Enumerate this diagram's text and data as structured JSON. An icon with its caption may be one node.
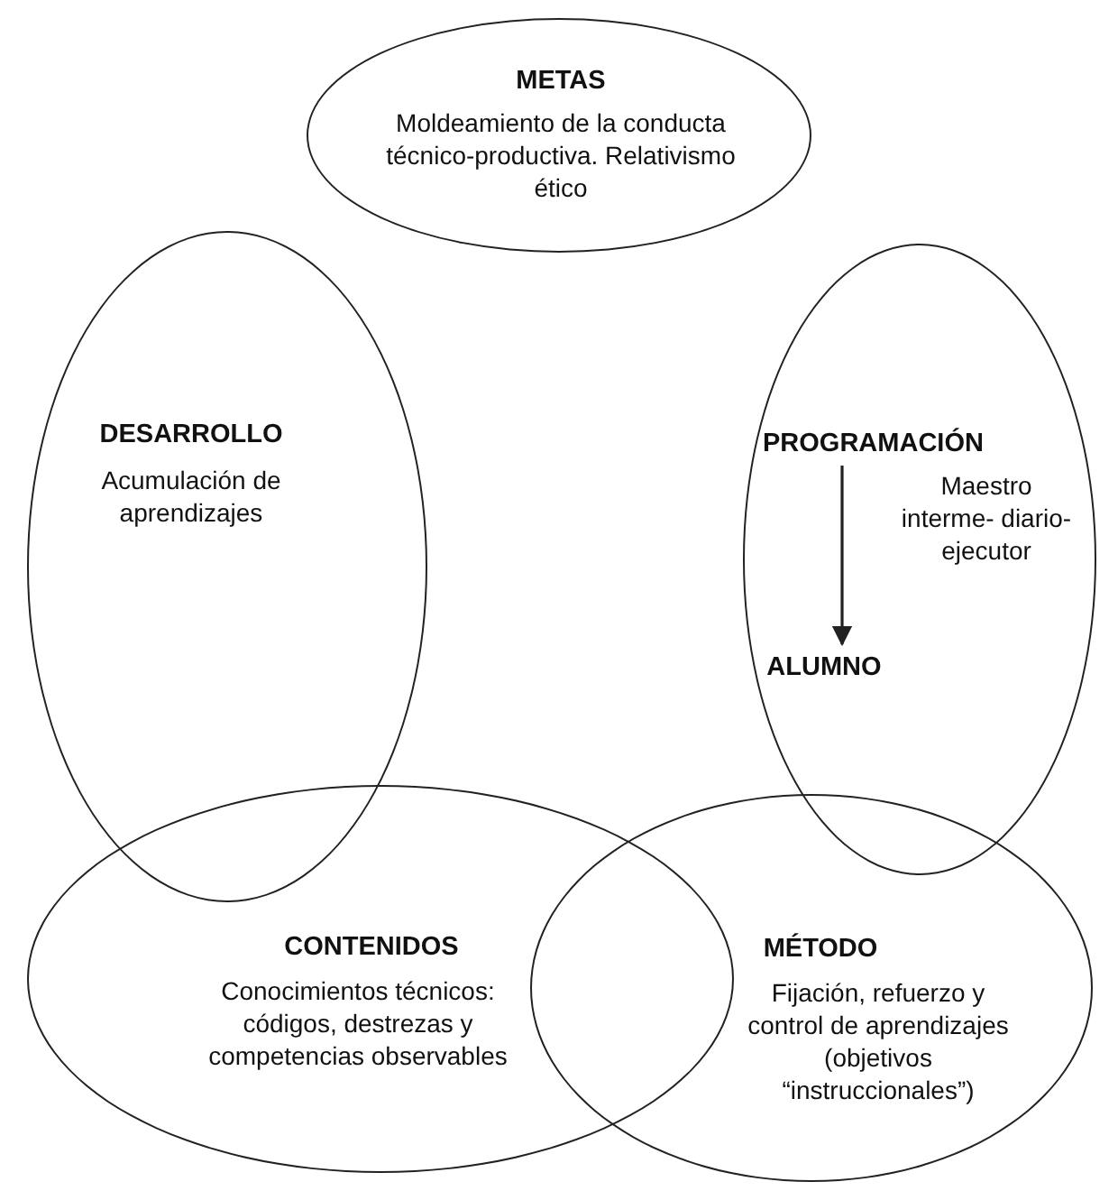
{
  "diagram": {
    "nodes": [
      {
        "text": [
          "METAS",
          "Moldeamiento de la conducta técnico-productiva. Relativismo ético"
        ]
      },
      {
        "text": [
          "DESARROLLO",
          "Acumulación de aprendizajes"
        ]
      },
      {
        "text": [
          "Maestro interme- diario-ejecutor"
        ]
      },
      {
        "text": [
          "PROGRAMACIÓN"
        ],
        "in": 2
      },
      {
        "text": [
          "ALUMNO"
        ],
        "in": 2
      },
      {
        "text": [
          "CONTENIDOS",
          "Conocimientos técnicos: códigos, destrezas y competencias observables"
        ]
      },
      {
        "text": [
          "MÉTODO",
          "Fijación, refuerzo y control de aprendizajes (objetivos “instruccionales”)"
        ]
      }
    ],
    "edges": [
      {
        "from": 3,
        "to": 4,
        "arrow": "to"
      }
    ]
  }
}
